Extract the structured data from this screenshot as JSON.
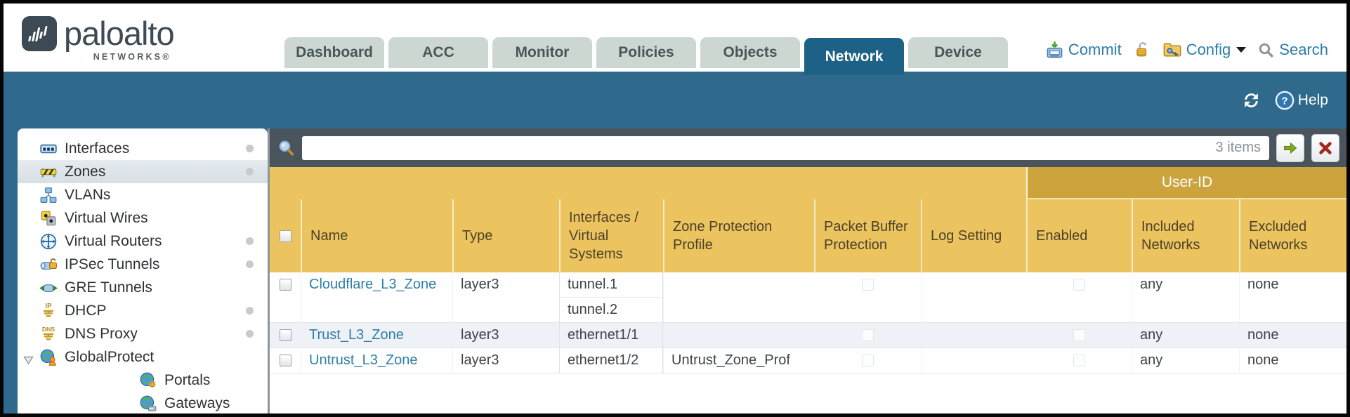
{
  "header": {
    "logo": {
      "brand": "paloalto",
      "sub": "NETWORKS®"
    },
    "tabs": [
      {
        "label": "Dashboard",
        "active": false
      },
      {
        "label": "ACC",
        "active": false
      },
      {
        "label": "Monitor",
        "active": false
      },
      {
        "label": "Policies",
        "active": false
      },
      {
        "label": "Objects",
        "active": false
      },
      {
        "label": "Network",
        "active": true
      },
      {
        "label": "Device",
        "active": false
      }
    ],
    "actions": {
      "commit": "Commit",
      "config": "Config",
      "search": "Search"
    }
  },
  "toolbar": {
    "help": "Help"
  },
  "filter": {
    "value": "",
    "placeholder": "",
    "count": "3 items"
  },
  "sidebar": {
    "items": [
      {
        "label": "Interfaces",
        "dot": true
      },
      {
        "label": "Zones",
        "dot": true,
        "selected": true
      },
      {
        "label": "VLANs",
        "dot": false
      },
      {
        "label": "Virtual Wires",
        "dot": false
      },
      {
        "label": "Virtual Routers",
        "dot": true
      },
      {
        "label": "IPSec Tunnels",
        "dot": true
      },
      {
        "label": "GRE Tunnels",
        "dot": false
      },
      {
        "label": "DHCP",
        "dot": true
      },
      {
        "label": "DNS Proxy",
        "dot": true
      },
      {
        "label": "GlobalProtect",
        "dot": false,
        "expanded": true
      },
      {
        "label": "Portals",
        "dot": false,
        "child": true
      },
      {
        "label": "Gateways",
        "dot": false,
        "child": true
      }
    ]
  },
  "table": {
    "group_header": "User-ID",
    "columns": [
      "Name",
      "Type",
      "Interfaces / Virtual Systems",
      "Zone Protection Profile",
      "Packet Buffer Protection",
      "Log Setting",
      "Enabled",
      "Included Networks",
      "Excluded Networks"
    ],
    "rows": [
      {
        "name": "Cloudflare_L3_Zone",
        "type": "layer3",
        "interfaces": [
          "tunnel.1",
          "tunnel.2"
        ],
        "zone_protection_profile": "",
        "packet_buffer_protection": false,
        "log_setting": "",
        "user_id_enabled": false,
        "included_networks": "any",
        "excluded_networks": "none"
      },
      {
        "name": "Trust_L3_Zone",
        "type": "layer3",
        "interfaces": [
          "ethernet1/1"
        ],
        "zone_protection_profile": "",
        "packet_buffer_protection": false,
        "log_setting": "",
        "user_id_enabled": false,
        "included_networks": "any",
        "excluded_networks": "none"
      },
      {
        "name": "Untrust_L3_Zone",
        "type": "layer3",
        "interfaces": [
          "ethernet1/2"
        ],
        "zone_protection_profile": "Untrust_Zone_Prof",
        "packet_buffer_protection": false,
        "log_setting": "",
        "user_id_enabled": false,
        "included_networks": "any",
        "excluded_networks": "none"
      }
    ]
  },
  "colors": {
    "teal_band": "#2f6a8d",
    "active_tab": "#1d6187",
    "header_gold": "#ecc45f",
    "userid_band_gold": "#cda33d",
    "link_blue": "#2e7fa9",
    "filter_bar": "#49545d"
  }
}
